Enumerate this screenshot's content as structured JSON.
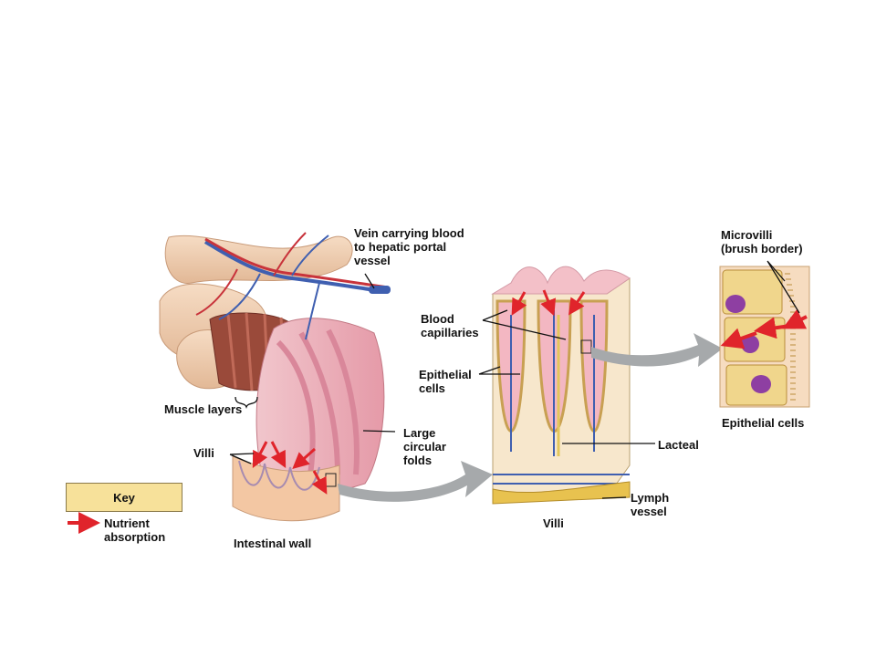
{
  "labels": {
    "vein": "Vein carrying blood\nto hepatic portal\nvessel",
    "muscle_layers": "Muscle layers",
    "villi_left": "Villi",
    "large_folds": "Large\ncircular\nfolds",
    "intestinal_wall": "Intestinal wall",
    "blood_capillaries": "Blood\ncapillaries",
    "epithelial_cells": "Epithelial\ncells",
    "lacteal": "Lacteal",
    "lymph_vessel": "Lymph\nvessel",
    "villi_center": "Villi",
    "microvilli": "Microvilli\n(brush border)",
    "epithelial_cells_right": "Epithelial cells"
  },
  "key": {
    "title": "Key",
    "nutrient": "Nutrient\nabsorption"
  },
  "colors": {
    "arrow": "#e0242b",
    "key_fill": "#f7e19a",
    "vein": "#3f5fb0",
    "artery": "#c8333b",
    "tissue": "#f2b8c0",
    "cell": "#f0d68c",
    "nucleus": "#8e3fa2",
    "connector": "#a6a9ab"
  }
}
